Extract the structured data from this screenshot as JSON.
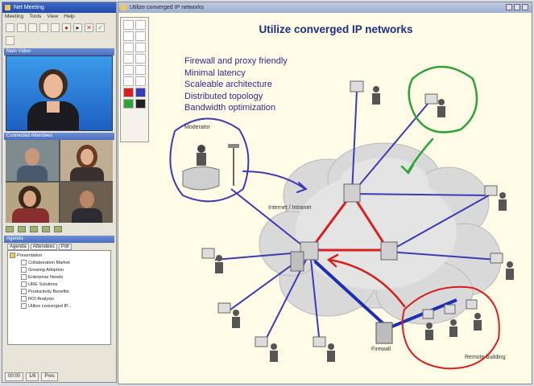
{
  "left_window": {
    "title": "Net Meeting",
    "menu": [
      "Meeting",
      "Tools",
      "View",
      "Help"
    ],
    "video_section_label": "Main Video",
    "participants_section_label": "Connected Attendees",
    "agenda_section_label": "Agenda",
    "agenda_tabs": [
      "Agenda",
      "Attendees",
      "Poll"
    ],
    "agenda_items": [
      {
        "label": "Presentation",
        "level": 0
      },
      {
        "label": "Collaboration Market",
        "level": 1
      },
      {
        "label": "Growing Adoption",
        "level": 1
      },
      {
        "label": "Enterprise Needs",
        "level": 1
      },
      {
        "label": "URE Solutions",
        "level": 1
      },
      {
        "label": "Productivity Benefits",
        "level": 1
      },
      {
        "label": "ROI Analysis",
        "level": 1
      },
      {
        "label": "Utilize converged IP...",
        "level": 1
      }
    ],
    "status": [
      "00:00",
      "1/8",
      "Pres"
    ]
  },
  "main_window": {
    "title": "Utilize converged IP networks",
    "slide": {
      "title": "Utilize converged IP networks",
      "bullets": [
        "Firewall and proxy friendly",
        "Minimal latency",
        "Scaleable architecture",
        "Distributed topology",
        "Bandwidth optimization"
      ],
      "labels": {
        "moderator": "Moderator",
        "network": "Internet / Intranet",
        "firewall": "Firewall",
        "remote": "Remote building"
      }
    }
  },
  "colors": {
    "slide_bg": "#fffbe6",
    "title_text": "#1c2f86",
    "annotation_blue": "#3b3bb5",
    "annotation_green": "#2fa33a",
    "annotation_red": "#d61f1f"
  }
}
